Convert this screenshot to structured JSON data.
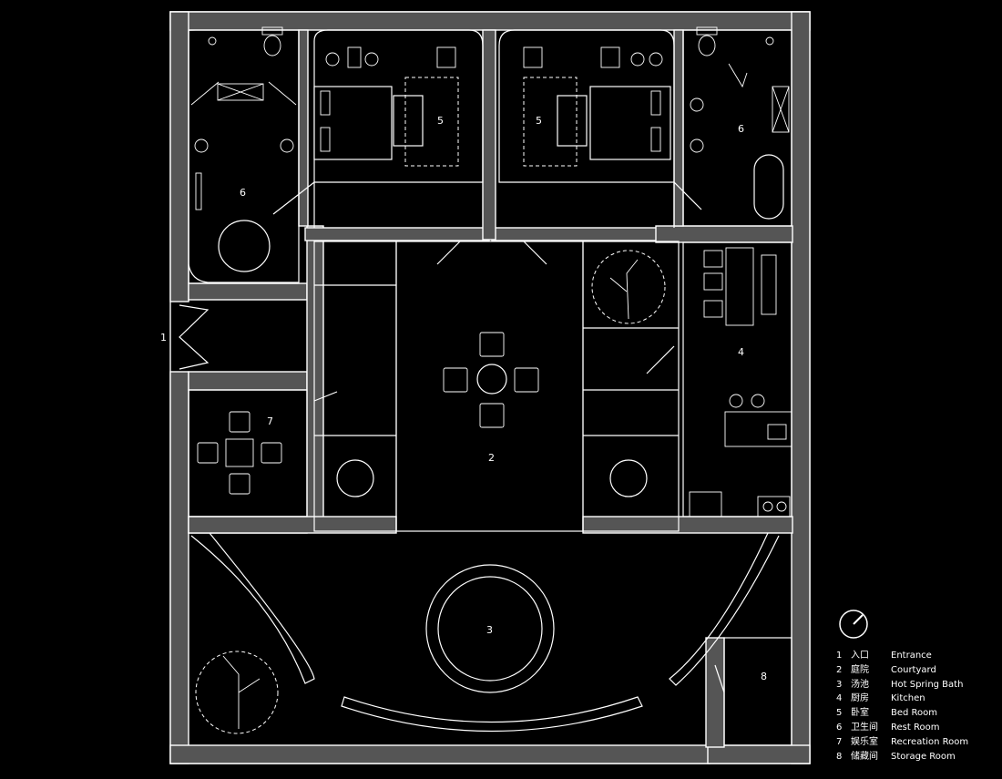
{
  "rooms": {
    "entrance": "1",
    "courtyard": "2",
    "hot_spring_bath": "3",
    "kitchen": "4",
    "bed_room_left": "5",
    "bed_room_right": "5",
    "rest_room_left": "6",
    "rest_room_right": "6",
    "recreation_room": "7",
    "storage_room": "8"
  },
  "legend": [
    {
      "num": "1",
      "zh": "入口",
      "en": "Entrance"
    },
    {
      "num": "2",
      "zh": "庭院",
      "en": "Courtyard"
    },
    {
      "num": "3",
      "zh": "汤池",
      "en": "Hot Spring Bath"
    },
    {
      "num": "4",
      "zh": "厨房",
      "en": "Kitchen"
    },
    {
      "num": "5",
      "zh": "卧室",
      "en": "Bed Room"
    },
    {
      "num": "6",
      "zh": "卫生间",
      "en": "Rest Room"
    },
    {
      "num": "7",
      "zh": "娱乐室",
      "en": "Recreation Room"
    },
    {
      "num": "8",
      "zh": "储藏间",
      "en": "Storage Room"
    }
  ],
  "colors": {
    "background": "#000000",
    "wall_fill": "#555555",
    "line": "#ffffff"
  },
  "icons": {
    "north": "north-arrow-icon",
    "tree": "tree-icon",
    "chair": "chair-icon"
  }
}
